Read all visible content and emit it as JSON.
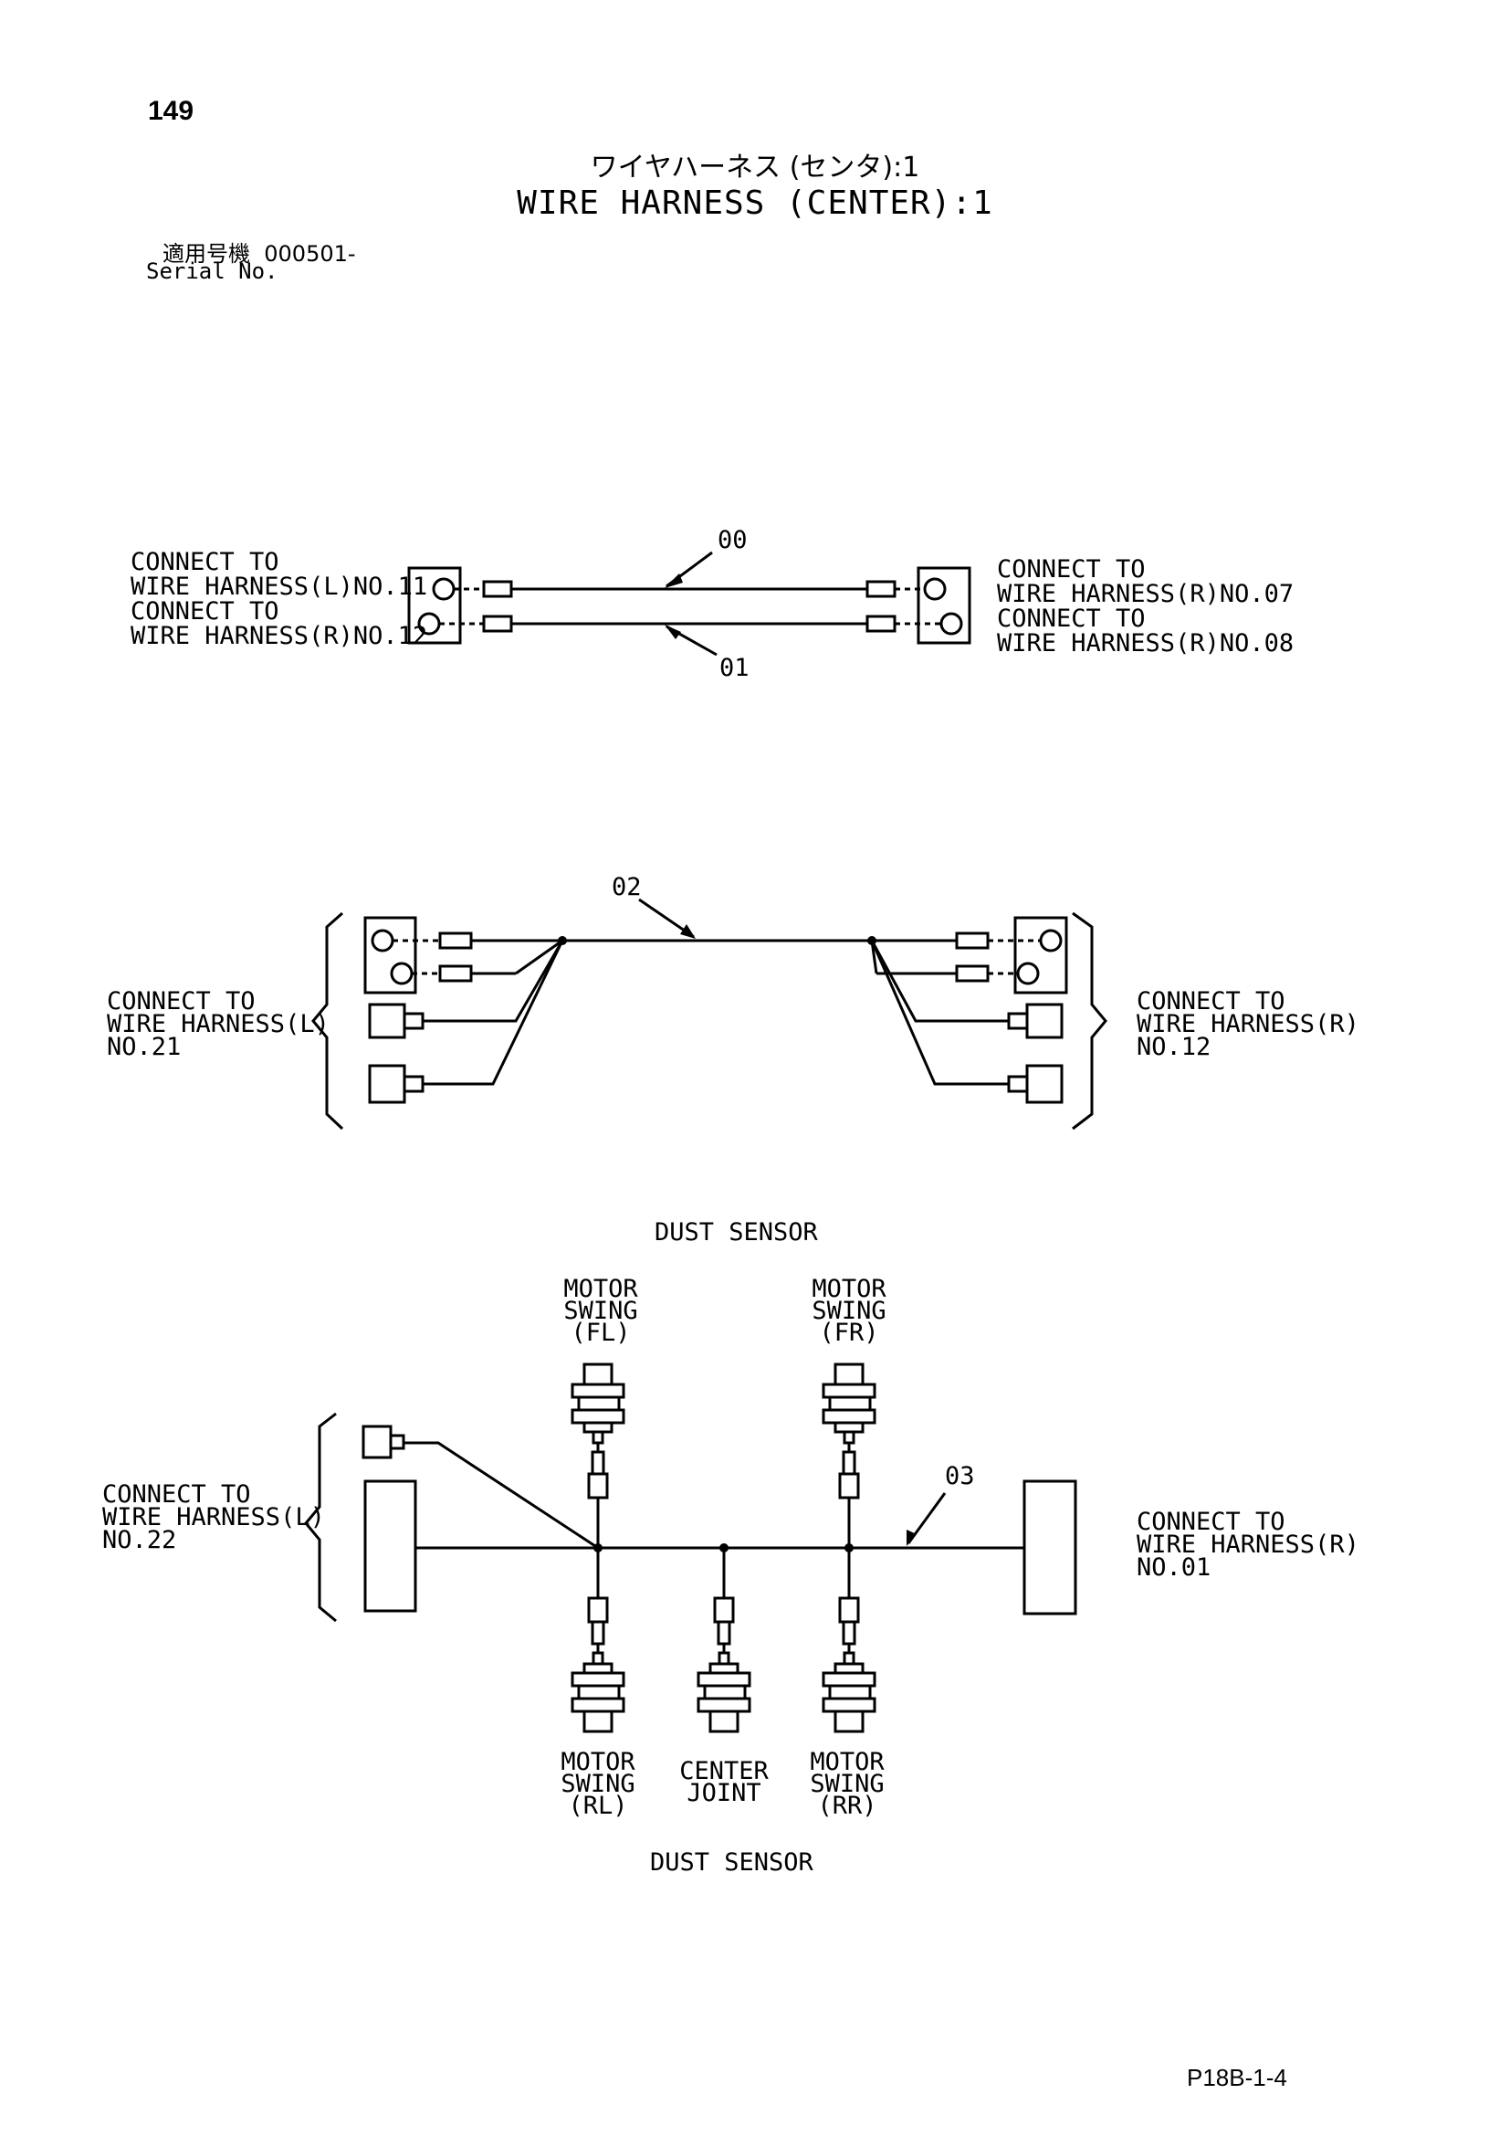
{
  "page_number": "149",
  "title_jp": "ワイヤハーネス (センタ):1",
  "title_en": "WIRE HARNESS (CENTER):1",
  "serial": {
    "label_jp": "適用号機",
    "value": "000501-",
    "label_en": "Serial No."
  },
  "diagram1": {
    "left_labels": [
      [
        "CONNECT TO",
        "WIRE HARNESS(L)NO.11"
      ],
      [
        "CONNECT TO",
        "WIRE HARNESS(R)NO.12"
      ]
    ],
    "right_labels": [
      [
        "CONNECT TO",
        "WIRE HARNESS(R)NO.07"
      ],
      [
        "CONNECT TO",
        "WIRE HARNESS(R)NO.08"
      ]
    ],
    "callouts": [
      "00",
      "01"
    ]
  },
  "diagram2": {
    "callout": "02",
    "left_label": [
      "CONNECT TO",
      "WIRE HARNESS(L)",
      "NO.21"
    ],
    "right_label": [
      "CONNECT TO",
      "WIRE HARNESS(R)",
      "NO.12"
    ]
  },
  "diagram3": {
    "callout": "03",
    "top_caption": "DUST SENSOR",
    "bottom_caption": "DUST SENSOR",
    "left_label": [
      "CONNECT TO",
      "WIRE HARNESS(L)",
      "NO.22"
    ],
    "right_label": [
      "CONNECT TO",
      "WIRE HARNESS(R)",
      "NO.01"
    ],
    "sensor_fl": [
      "MOTOR",
      "SWING",
      "(FL)"
    ],
    "sensor_fr": [
      "MOTOR",
      "SWING",
      "(FR)"
    ],
    "sensor_rl": [
      "MOTOR",
      "SWING",
      "(RL)"
    ],
    "sensor_cj": [
      "CENTER",
      "JOINT"
    ],
    "sensor_rr": [
      "MOTOR",
      "SWING",
      "(RR)"
    ]
  },
  "footer_code": "P18B-1-4"
}
